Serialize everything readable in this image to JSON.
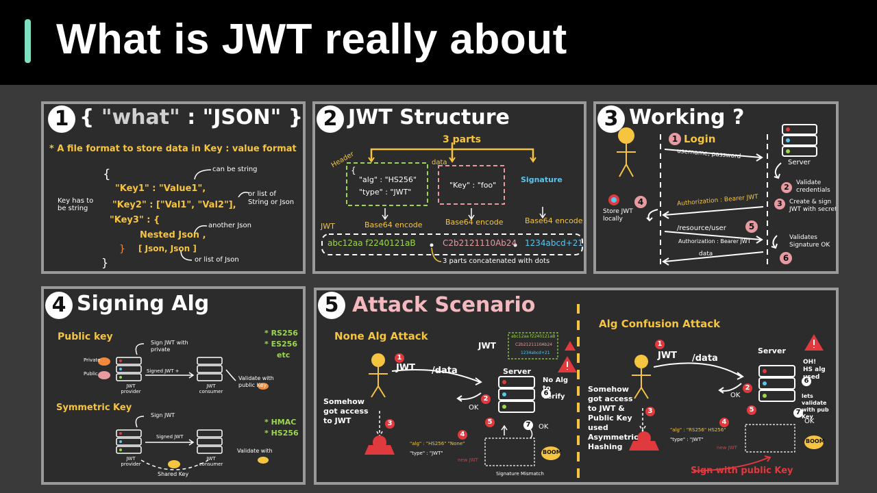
{
  "header": {
    "title": "What is JWT really about"
  },
  "panel1": {
    "badge": "1",
    "title_open": "{",
    "title_what": "\"what\"",
    "title_colon": ":",
    "title_json": "\"JSON\"",
    "title_close": "}",
    "subtitle": "* A file format to store data in Key : value format",
    "open_brace": "{",
    "line1": "\"Key1\"  :  \"Value1\",",
    "line2": "\"Key2\"  :  [\"Val1\", \"Val2\"],",
    "line3": "\"Key3\"  :  {",
    "line4": "Nested Json ,",
    "line5": "[ Json, Json ]",
    "inner_close": "}",
    "outer_close": "}",
    "note_key": "Key has to be string",
    "note_string": "can be string",
    "note_list": "or list of String or Json",
    "note_another": "another Json",
    "note_listjson": "or list of Json"
  },
  "panel2": {
    "badge": "2",
    "title": "JWT Structure",
    "parts": "3 parts",
    "header_label": "Header",
    "header_alg": "\"alg\" : \"HS256\"",
    "header_type": "\"type\" : \"JWT\"",
    "data_label": "data",
    "data_key": "\"Key\" : \"foo\"",
    "signature": "Signature",
    "enc1": "Base64 encode",
    "enc2": "Base64 encode",
    "enc3": "Base64 encode",
    "jwt_label": "JWT",
    "tok1": "abc12aa f2240121aB",
    "tok2": "C2b2121110Ab24",
    "tok3": "1234abcd+21",
    "concat": "3 parts concatenated with dots"
  },
  "panel3": {
    "badge": "3",
    "title": "Working ?",
    "login": "Login",
    "userpass": "username, password",
    "server": "Server",
    "validate": "Validate credentials",
    "create": "Create & sign JWT with secret",
    "auth1": "Authorization : Bearer JWT",
    "store": "Store JWT locally",
    "resource": "/resource/user",
    "auth2": "Authorization : Bearer JWT",
    "validates": "Validates Signature OK",
    "data": "data",
    "n1": "1",
    "n2": "2",
    "n3": "3",
    "n4": "4",
    "n5": "5",
    "n6": "6"
  },
  "panel4": {
    "badge": "4",
    "title": "Signing Alg",
    "public_key": "Public key",
    "rs": "* RS256",
    "es": "* ES256",
    "etc": "etc",
    "sign_private": "Sign JWT with private",
    "private": "Private",
    "public": "Public",
    "signed_jwt1": "Signed JWT +",
    "provider1": "JWT provider",
    "consumer1": "JWT consumer",
    "validate_pub": "Validate with public Key",
    "symmetric": "Symmetric Key",
    "sign_jwt": "Sign JWT",
    "hmac": "* HMAC",
    "hs": "* HS256",
    "signed_jwt2": "Signed JWT",
    "provider2": "JWT provider",
    "consumer2": "JWT consumer",
    "validate_with": "Validate with",
    "shared": "Shared Key"
  },
  "panel5": {
    "badge": "5",
    "title": "Attack Scenario",
    "none_title": "None Alg Attack",
    "jwt_lbl": "JWT",
    "tok_a": "abc12aa f2240121aB",
    "tok_b": "C2b2121110Ab24",
    "tok_c": "1234abcd+21",
    "jwt_req": "JWT",
    "data_req": "/data",
    "server": "Server",
    "no_alg": "No Alg to verify",
    "ok1": "OK",
    "ok2": "OK",
    "somehow": "Somehow got access to JWT",
    "alg_line": "\"alg\" : \"HS256\" \"None\"",
    "type_line": "\"type\" : \"JWT\"",
    "new_jwt": "new JWT",
    "boom1": "BOOM",
    "mismatch": "Signature Mismatch",
    "confusion_title": "Alg Confusion Attack",
    "jwt_req2": "JWT",
    "data_req2": "/data",
    "server2": "Server",
    "oh": "OH! HS alg used",
    "lets": "lets validate with pub Key",
    "ok3": "OK",
    "ok4": "OK",
    "somehow2": "Somehow got access to JWT & Public Key used Asymmetric Hashing",
    "alg_line2": "\"alg\" : \"RS256\" HS256\"",
    "type_line2": "\"type\" : \"JWT\"",
    "new_jwt2": "new JWT",
    "boom2": "BOOM",
    "sign_pub": "Sign with public Key",
    "n1": "1",
    "n2": "2",
    "n3": "3",
    "n4": "4",
    "n5": "5",
    "n6": "6",
    "n7": "7"
  },
  "colors": {
    "yellow": "#f5c542",
    "pink": "#e79aa0",
    "blue": "#59c6f0",
    "green": "#9bd84a",
    "red": "#e0393e",
    "white": "#ffffff"
  }
}
